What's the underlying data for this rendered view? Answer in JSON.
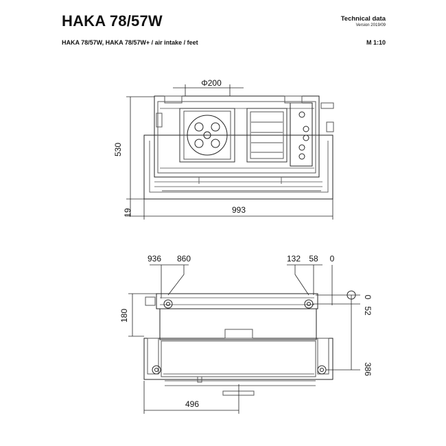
{
  "header": {
    "title": "HAKA 78/57W",
    "subtitle": "HAKA 78/57W, HAKA 78/57W+ / air intake / feet",
    "doc_type": "Technical data",
    "version": "Version 2019/09",
    "scale": "M 1:10"
  },
  "front_view": {
    "diameter_label": "Φ200",
    "height_label": "530",
    "foot_label": "19",
    "width_label": "993"
  },
  "top_view": {
    "dims_top": [
      "936",
      "860",
      "132",
      "58",
      "0"
    ],
    "dim_left": "180",
    "dims_right": [
      "0",
      "52",
      "386"
    ],
    "dim_bottom": "496"
  }
}
